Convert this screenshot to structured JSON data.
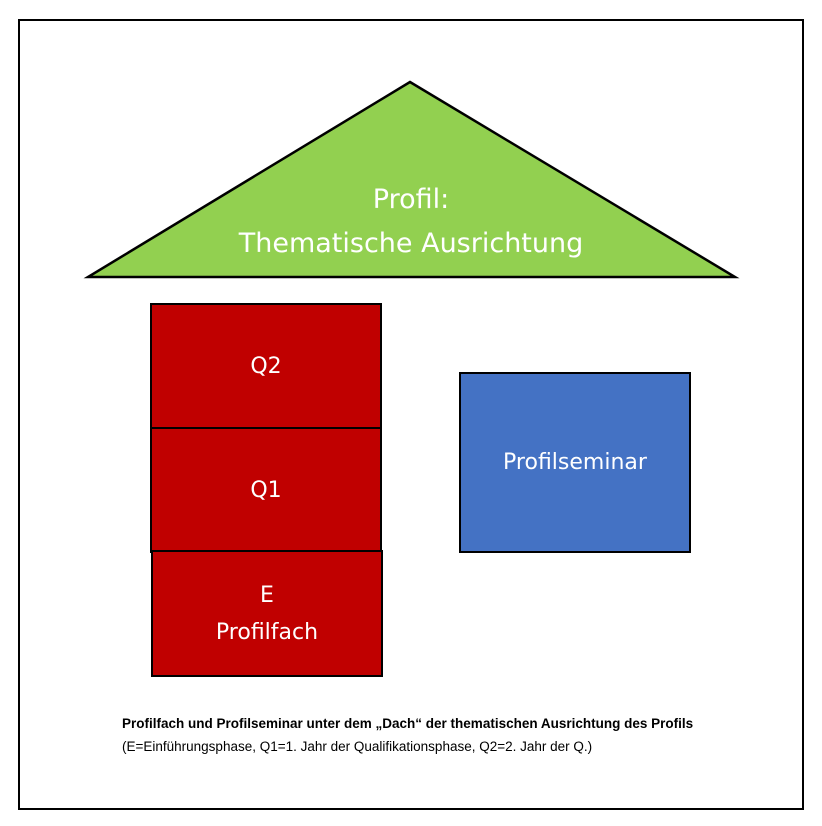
{
  "roof": {
    "line1": "Profil:",
    "line2": "Thematische Ausrichtung",
    "color": "#92d050"
  },
  "stack": {
    "q2": "Q2",
    "q1": "Q1",
    "e_line1": "E",
    "e_line2": "Profilfach",
    "color": "#c00000"
  },
  "seminar": {
    "label": "Profilseminar",
    "color": "#4472c4"
  },
  "caption": {
    "bold": "Profilfach und Profilseminar unter dem „Dach“ der thematischen Ausrichtung des Profils",
    "normal": " (E=Einführungsphase, Q1=1. Jahr der Qualifikationsphase, Q2=2. Jahr der Q.)"
  }
}
